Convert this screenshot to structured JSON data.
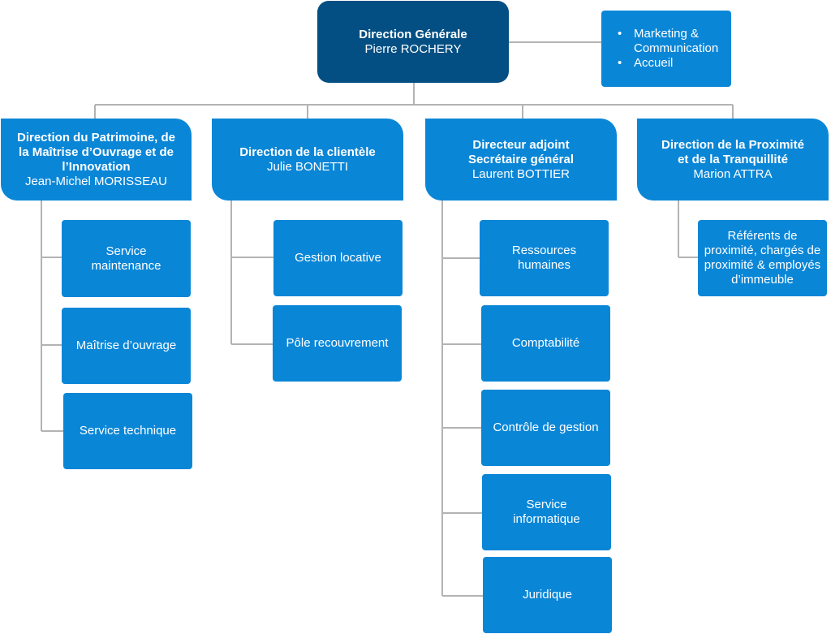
{
  "top": {
    "title": "Direction Générale",
    "name": "Pierre ROCHERY"
  },
  "top_note": {
    "items": [
      "Marketing & Communication",
      "Accueil"
    ]
  },
  "directions": [
    {
      "title": "Direction du Patrimoine, de la Maîtrise d’Ouvrage et de l’Innovation",
      "name": "Jean-Michel MORISSEAU",
      "services": [
        "Service maintenance",
        "Maîtrise d’ouvrage",
        "Service technique"
      ]
    },
    {
      "title": "Direction de la clientèle",
      "name": "Julie BONETTI",
      "services": [
        "Gestion locative",
        "Pôle recouvrement"
      ]
    },
    {
      "title": "Directeur adjoint Secrétaire général",
      "name": "Laurent BOTTIER",
      "services": [
        "Ressources humaines",
        "Comptabilité",
        "Contrôle de gestion",
        "Service informatique",
        "Juridique"
      ]
    },
    {
      "title": "Direction de la Proximité et de la Tranquillité",
      "name": "Marion ATTRA",
      "services": [
        "Référents de proximité, chargés de proximité & employés d’immeuble"
      ]
    }
  ],
  "colors": {
    "top_box": "#034f83",
    "box": "#0a86d7",
    "connector": "#b3b3b3"
  }
}
